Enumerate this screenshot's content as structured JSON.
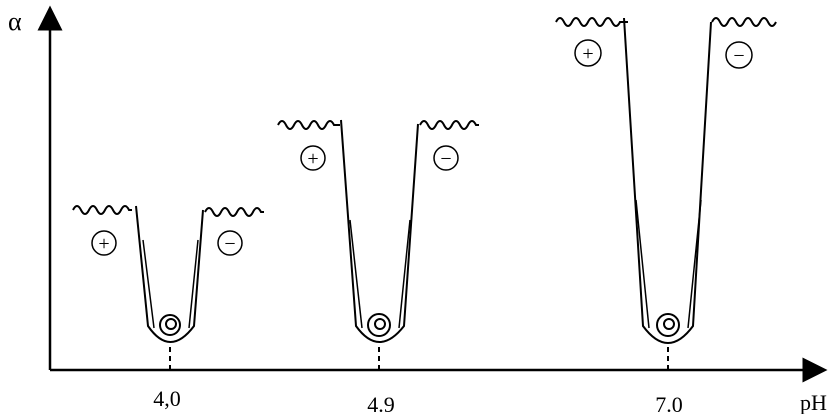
{
  "axes": {
    "y_label": "α",
    "x_label": "pH"
  },
  "wells": [
    {
      "ph_label": "4,0",
      "left_sign": "+",
      "right_sign": "−"
    },
    {
      "ph_label": "4.9",
      "left_sign": "+",
      "right_sign": "−"
    },
    {
      "ph_label": "7.0",
      "left_sign": "+",
      "right_sign": "−"
    }
  ]
}
